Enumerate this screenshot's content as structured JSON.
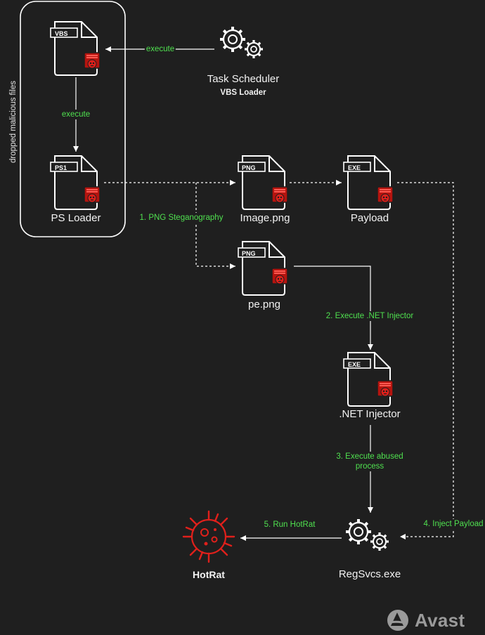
{
  "group": {
    "label": "dropped malicious files"
  },
  "nodes": {
    "vbs": {
      "tag": "VBS"
    },
    "ps_loader": {
      "tag": "PS1",
      "label": "PS Loader"
    },
    "task_scheduler": {
      "label": "Task Scheduler",
      "sublabel": "VBS Loader"
    },
    "image_png": {
      "tag": "PNG",
      "label": "Image.png"
    },
    "payload": {
      "tag": "EXE",
      "label": "Payload"
    },
    "pe_png": {
      "tag": "PNG",
      "label": "pe.png"
    },
    "net_injector": {
      "tag": "EXE",
      "label": ".NET Injector"
    },
    "regsvcs": {
      "label": "RegSvcs.exe"
    },
    "hotrat": {
      "label": "HotRat"
    }
  },
  "edges": {
    "sched_to_vbs": "execute",
    "vbs_to_ps": "execute",
    "png_steg": "1. PNG Steganography",
    "exec_injector": "2. Execute .NET Injector",
    "exec_abused": "3. Execute abused process",
    "inject_payload": "4. Inject Payload",
    "run_hotrat": "5. Run HotRat"
  },
  "brand": {
    "name": "Avast"
  },
  "colors": {
    "background": "#1f1f1f",
    "edge_label": "#4fe04f",
    "malware": "#e0201b",
    "icon": "#ffffff"
  }
}
